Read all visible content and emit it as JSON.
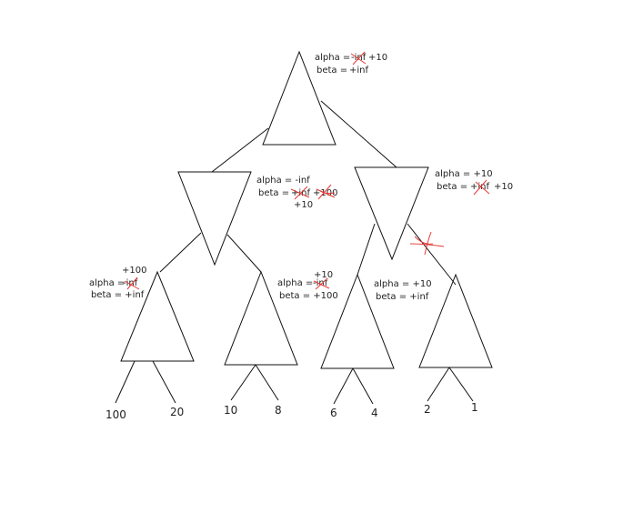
{
  "colors": {
    "stroke": "#111111",
    "strike": "#e53935",
    "text": "#222222"
  },
  "root": {
    "alpha_label": "alpha =",
    "alpha_struck": "-inf",
    "alpha_new": "+10",
    "beta_label": "beta =",
    "beta_value": "+inf"
  },
  "min_left": {
    "alpha_text": "alpha = -inf",
    "beta_label": "beta =",
    "beta_struck_1": "+inf",
    "beta_struck_2": "+100",
    "beta_new": "+10"
  },
  "min_right": {
    "alpha_text": "alpha = +10",
    "beta_label": "beta =",
    "beta_struck": "+inf",
    "beta_new": "+10"
  },
  "max_1": {
    "alpha_label": "alpha =",
    "alpha_struck": "-inf",
    "alpha_new": "+100",
    "beta_text": "beta = +inf"
  },
  "max_2": {
    "alpha_label": "alpha =",
    "alpha_struck": "-inf",
    "alpha_new": "+10",
    "beta_text": "beta = +100"
  },
  "max_3": {
    "alpha_text": "alpha = +10",
    "beta_text": "beta = +inf"
  },
  "leaves": [
    "100",
    "20",
    "10",
    "8",
    "6",
    "4",
    "2",
    "1"
  ]
}
